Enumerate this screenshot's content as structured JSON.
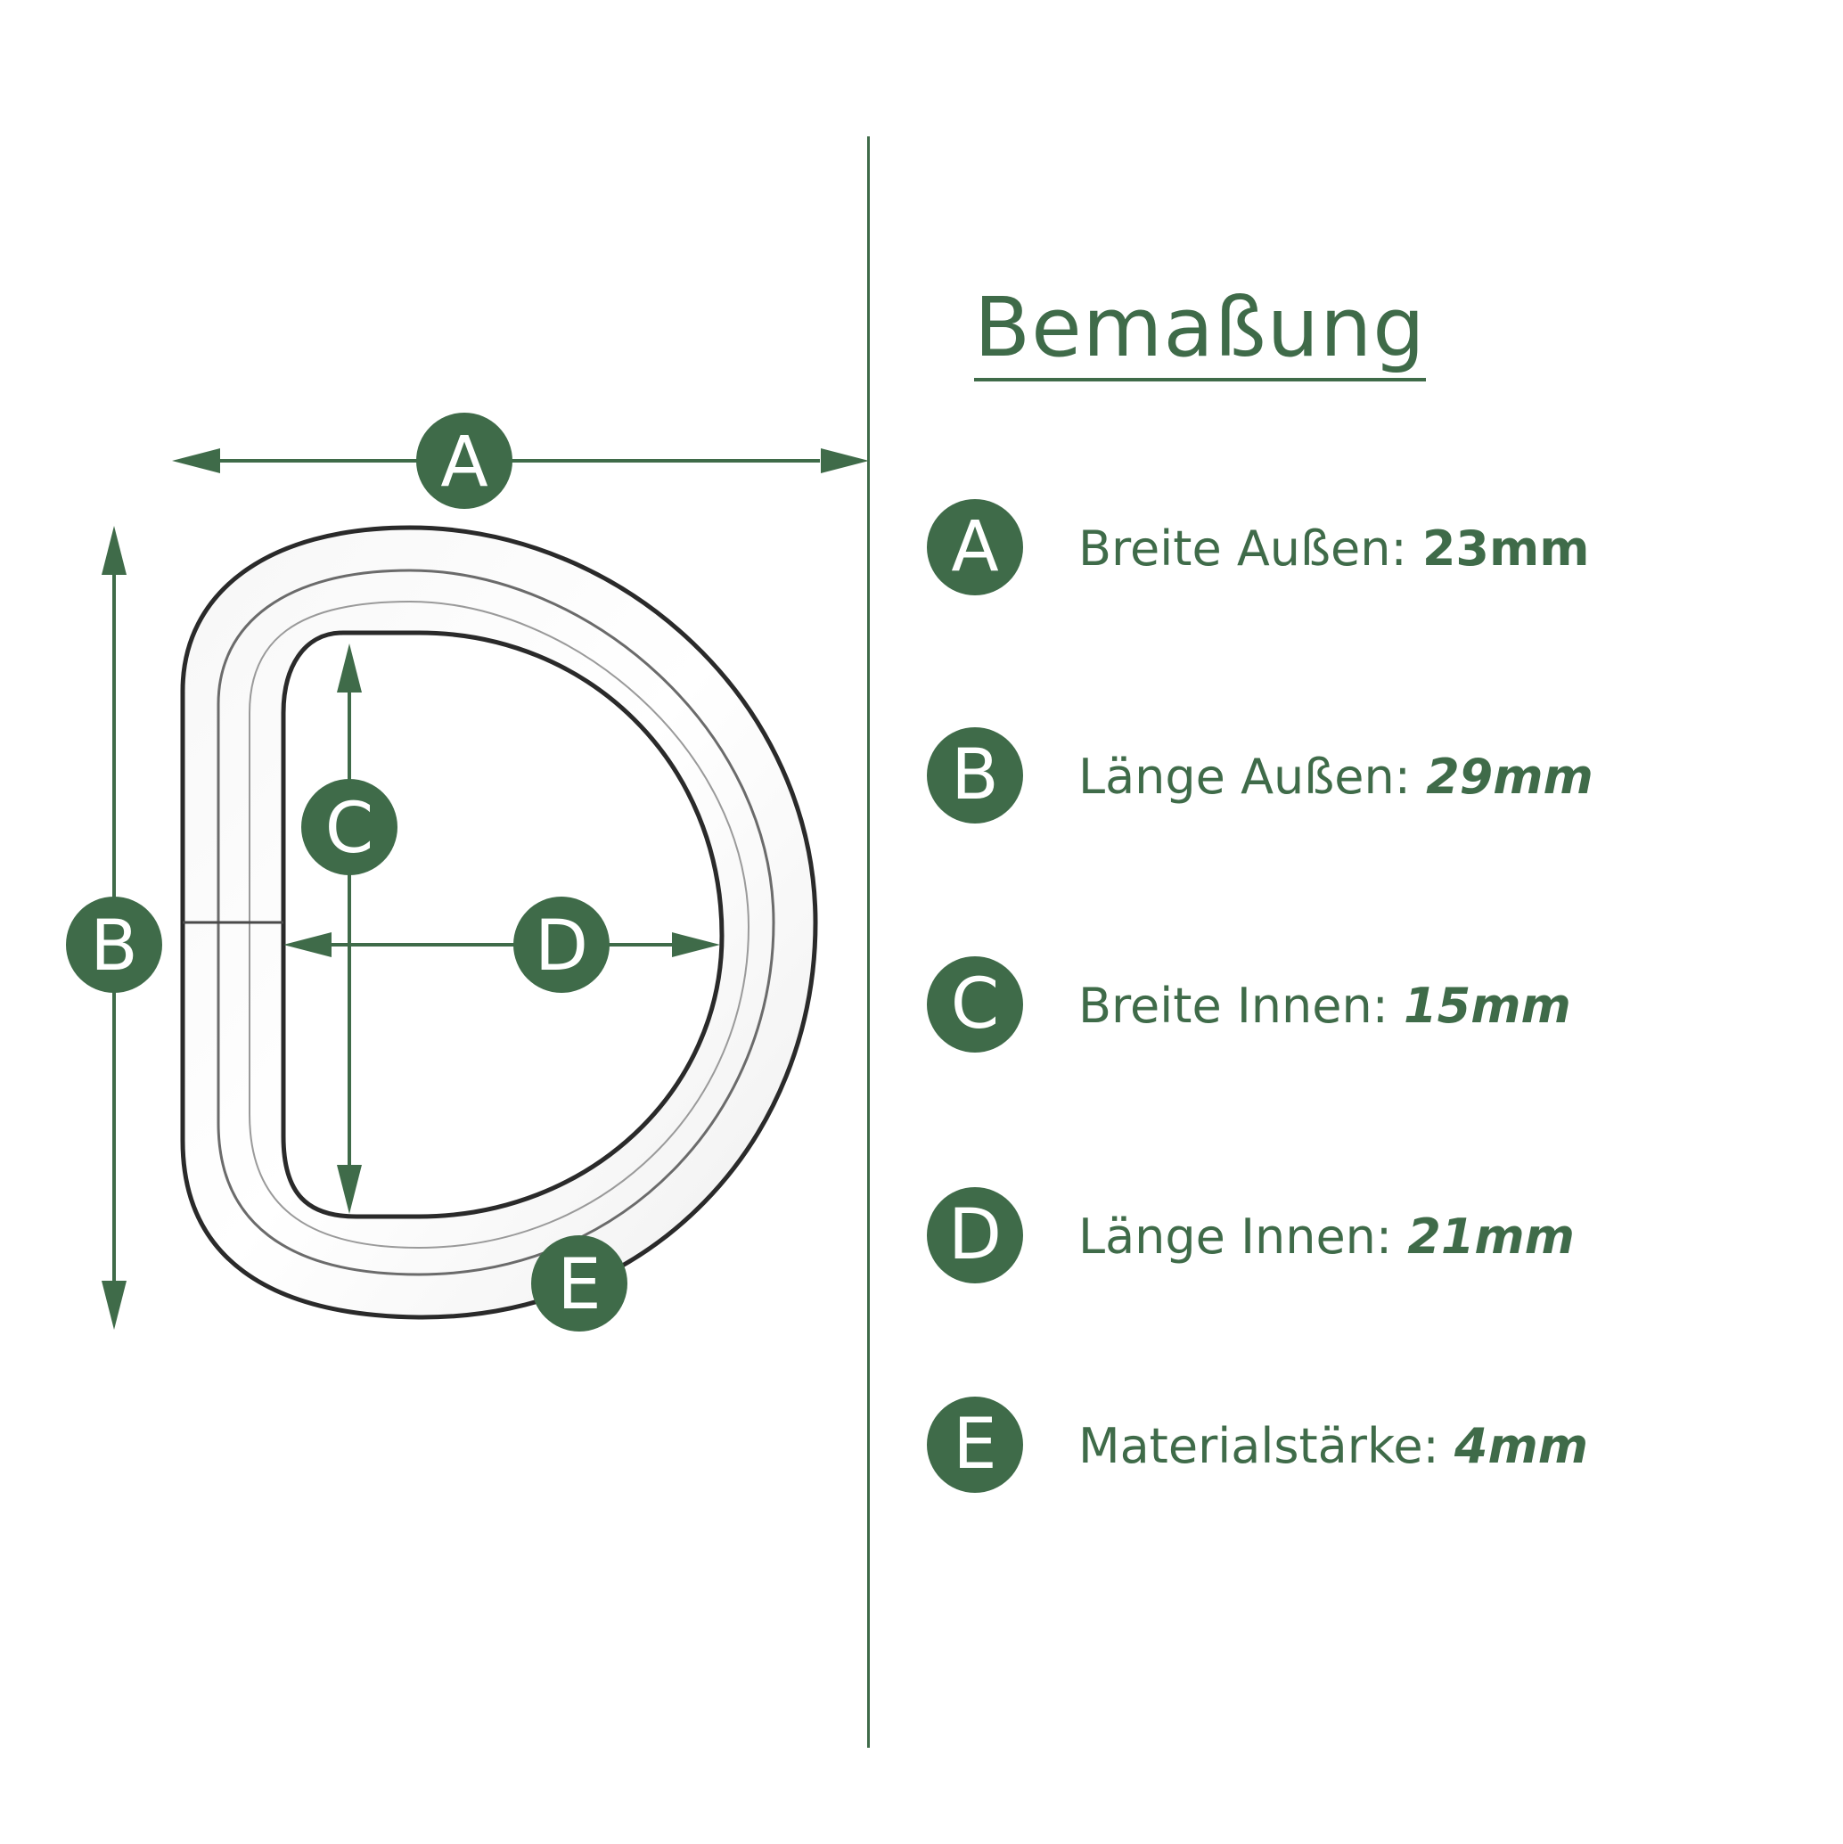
{
  "colors": {
    "accent": "#3f6b49",
    "ring_outline": "#2a2a2a",
    "background": "#ffffff"
  },
  "diagram": {
    "labels": {
      "a": "A",
      "b": "B",
      "c": "C",
      "d": "D",
      "e": "E"
    }
  },
  "legend": {
    "title": "Bemaßung",
    "items": [
      {
        "letter": "A",
        "label": "Breite Außen:",
        "value": "23mm"
      },
      {
        "letter": "B",
        "label": "Länge Außen:",
        "value": "29mm"
      },
      {
        "letter": "C",
        "label": "Breite Innen:",
        "value": "15mm"
      },
      {
        "letter": "D",
        "label": "Länge Innen:",
        "value": "21mm"
      },
      {
        "letter": "E",
        "label": "Materialstärke:",
        "value": "4mm"
      }
    ]
  }
}
